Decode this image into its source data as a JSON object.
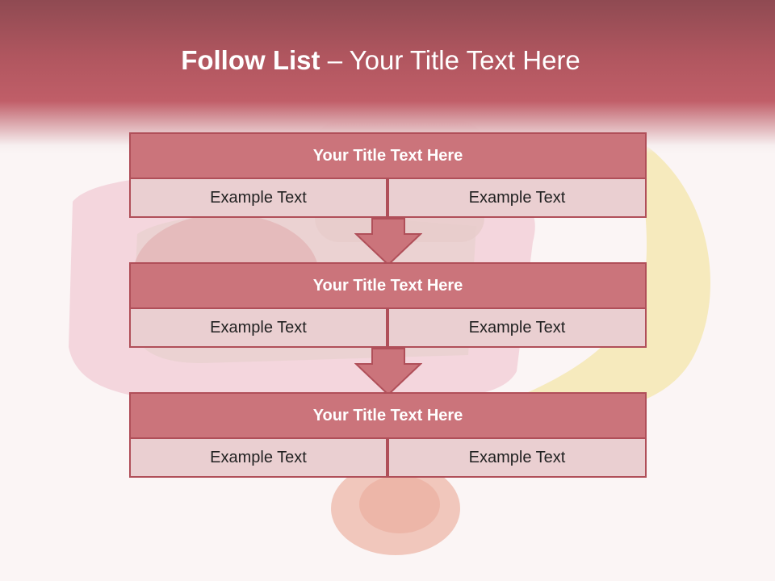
{
  "slide": {
    "title_bold": "Follow List",
    "title_rest": " – Your Title Text Here"
  },
  "rows": [
    {
      "title": "Your Title Text Here",
      "left": "Example Text",
      "right": "Example Text"
    },
    {
      "title": "Your Title Text Here",
      "left": "Example Text",
      "right": "Example Text"
    },
    {
      "title": "Your Title Text Here",
      "left": "Example Text",
      "right": "Example Text"
    }
  ],
  "colors": {
    "banner": "#b0565f",
    "header_fill": "#cb747b",
    "cell_fill": "#eacfd1",
    "border": "#b04f59"
  }
}
